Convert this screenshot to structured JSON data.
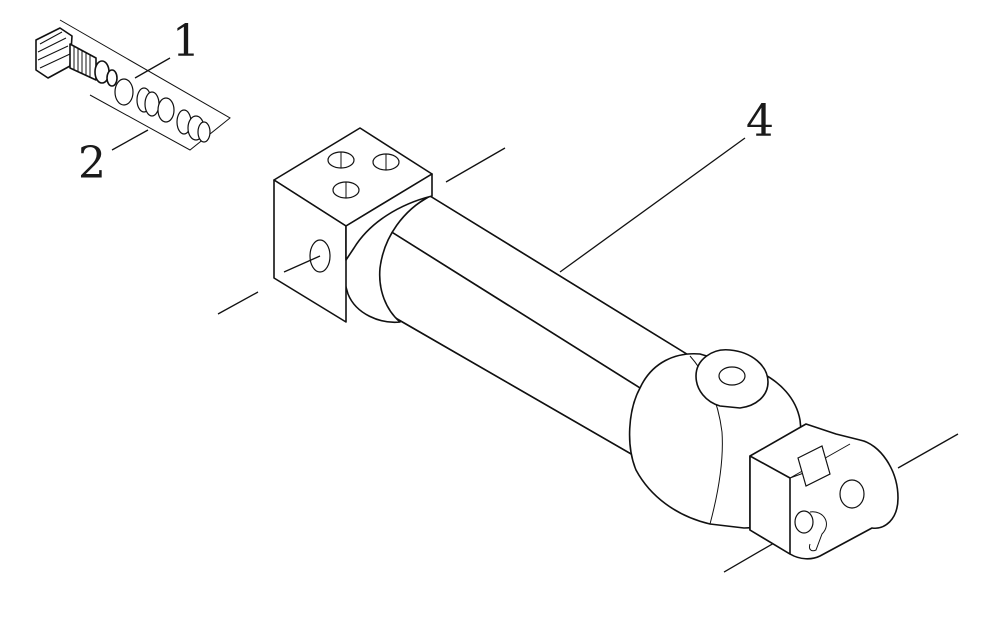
{
  "callouts": [
    {
      "id": "1",
      "label": "1"
    },
    {
      "id": "2",
      "label": "2"
    },
    {
      "id": "4",
      "label": "4"
    }
  ],
  "colors": {
    "ink": "#111111",
    "background": "#ffffff"
  }
}
